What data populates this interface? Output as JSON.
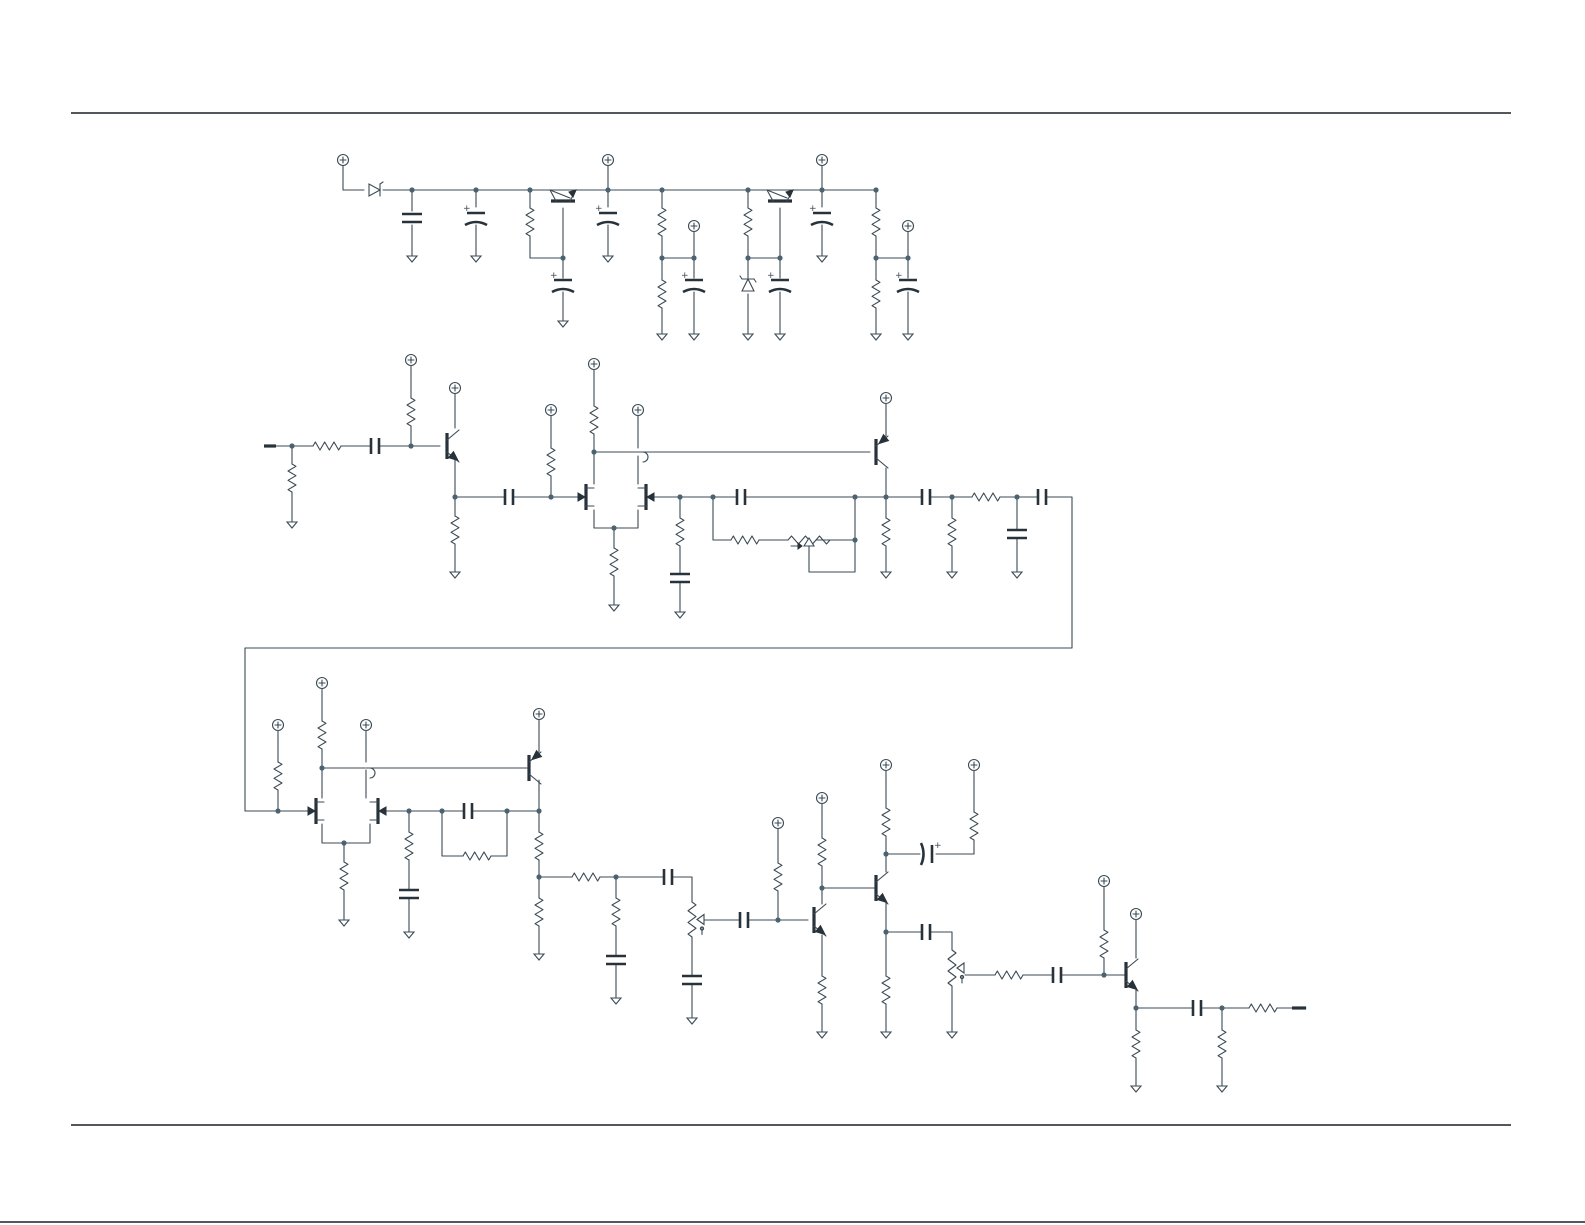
{
  "page": {
    "background": "#ffffff",
    "frame_color": "#1c2126"
  },
  "schematic": {
    "wire_color": "#3b4a54",
    "component_color": "#27323a",
    "junction_color": "#4b6270",
    "symbols": [
      "supply-terminal",
      "ground",
      "resistor",
      "capacitor",
      "electrolytic-capacitor",
      "diode",
      "zener-diode",
      "npn-transistor",
      "pnp-transistor",
      "potentiometer",
      "trimmer"
    ],
    "polarity_mark": "+",
    "sections": [
      "power-supply-regulator",
      "input-stage-and-differential-amplifier",
      "second-differential-amplifier-and-output-stages"
    ]
  }
}
